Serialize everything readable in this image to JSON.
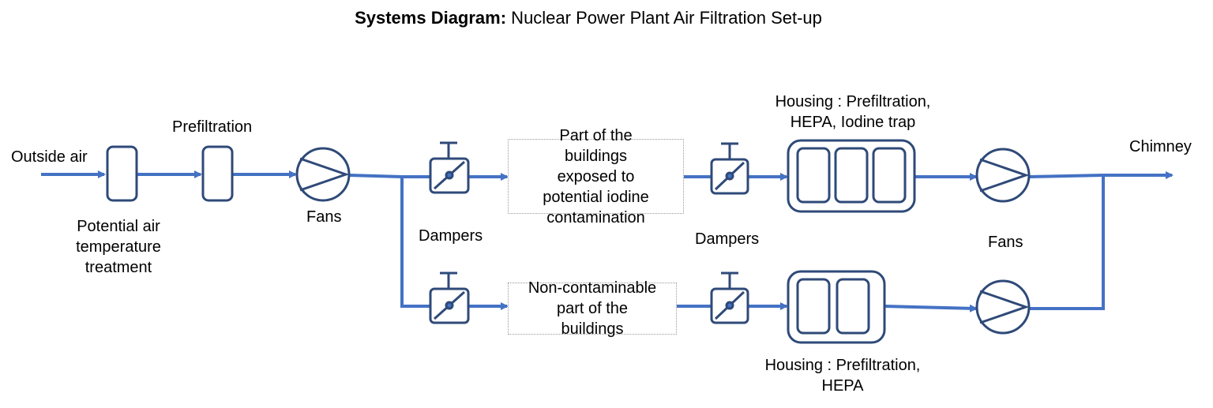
{
  "diagram": {
    "title_bold": "Systems Diagram:",
    "title_rest": " Nuclear Power Plant Air Filtration Set-up",
    "labels": {
      "outside_air": "Outside air",
      "prefiltration": "Prefiltration",
      "potential_treatment": [
        "Potential air",
        "temperature",
        "treatment"
      ],
      "fans_left": "Fans",
      "dampers_left": "Dampers",
      "dampers_right": "Dampers",
      "housing_top": [
        "Housing : Prefiltration,",
        "HEPA, Iodine trap"
      ],
      "housing_bottom": [
        "Housing : Prefiltration,",
        "HEPA"
      ],
      "fans_right": "Fans",
      "chimney": "Chimney"
    },
    "boxes": {
      "contaminated": [
        "Part of the",
        "buildings",
        "exposed to",
        "potential iodine",
        "contamination"
      ],
      "non_contaminable": [
        "Non-contaminable",
        "part of the",
        "buildings"
      ]
    },
    "colors": {
      "pipe": "#4472C4",
      "equipment": "#2F4A78",
      "box_border": "#9A9A9A",
      "text": "#000000"
    }
  }
}
